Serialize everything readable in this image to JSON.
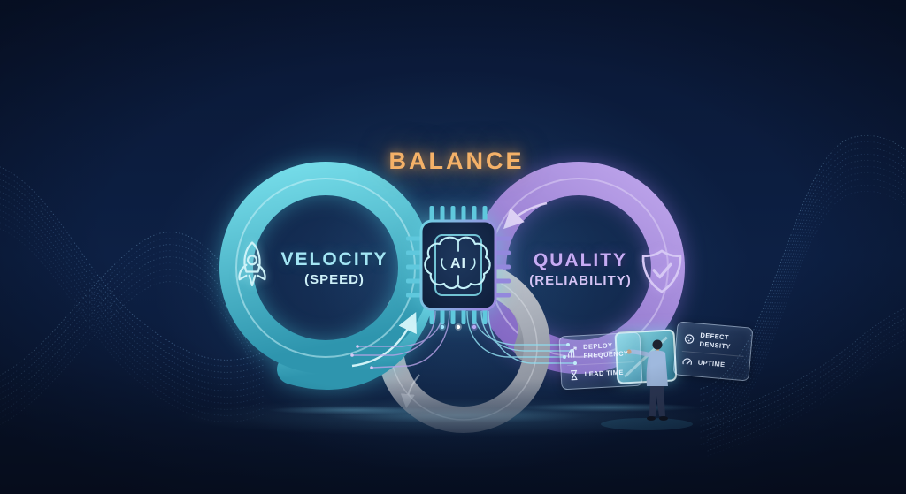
{
  "scene": {
    "balance": {
      "label": "BALANCE"
    },
    "velocity": {
      "title": "VELOCITY",
      "subtitle": "(SPEED)"
    },
    "quality": {
      "title": "QUALITY",
      "subtitle": "(RELIABILITY)"
    },
    "chip": {
      "label": "AI"
    }
  },
  "metrics": {
    "velocity_panel": {
      "items": [
        {
          "icon": "bar-chart-up-icon",
          "label": "DEPLOY FREQUENCY"
        },
        {
          "icon": "hourglass-icon",
          "label": "LEAD TIME"
        }
      ]
    },
    "quality_panel": {
      "items": [
        {
          "icon": "defect-dots-icon",
          "label": "DEFECT DENSITY"
        },
        {
          "icon": "speed-gauge-icon",
          "label": "UPTIME"
        }
      ]
    }
  },
  "colors": {
    "background": "#0b1a38",
    "velocity_ring": "#45b9cf",
    "quality_ring": "#9b7fd4",
    "neutral_ring": "#aab2bd",
    "balance_accent": "#f2b267",
    "velocity_text": "#a3e6f4",
    "quality_text": "#c7abf3"
  }
}
